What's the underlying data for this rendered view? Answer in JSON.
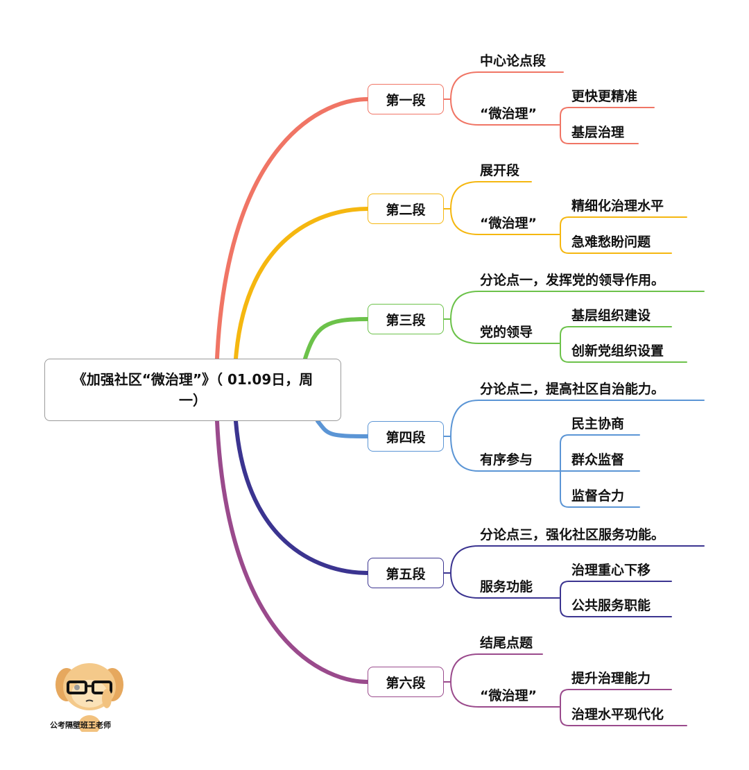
{
  "root": {
    "title": "《加强社区“微治理”》（ 01.09日，周一）"
  },
  "sections": [
    {
      "label": "第一段",
      "color": "#f07565",
      "children": [
        {
          "text": "中心论点段"
        },
        {
          "text": "“微治理”",
          "children": [
            "更快更精准",
            "基层治理"
          ]
        }
      ]
    },
    {
      "label": "第二段",
      "color": "#f5b710",
      "children": [
        {
          "text": "展开段"
        },
        {
          "text": "“微治理”",
          "children": [
            "精细化治理水平",
            "急难愁盼问题"
          ]
        }
      ]
    },
    {
      "label": "第三段",
      "color": "#6cc24a",
      "children": [
        {
          "text": "分论点一，发挥党的领导作用。"
        },
        {
          "text": "党的领导",
          "children": [
            "基层组织建设",
            "创新党组织设置"
          ]
        }
      ]
    },
    {
      "label": "第四段",
      "color": "#5b95d5",
      "children": [
        {
          "text": "分论点二，提高社区自治能力。"
        },
        {
          "text": "有序参与",
          "children": [
            "民主协商",
            "群众监督",
            "监督合力"
          ]
        }
      ]
    },
    {
      "label": "第五段",
      "color": "#3b3490",
      "children": [
        {
          "text": "分论点三，强化社区服务功能。"
        },
        {
          "text": "服务功能",
          "children": [
            "治理重心下移",
            "公共服务职能"
          ]
        }
      ]
    },
    {
      "label": "第六段",
      "color": "#9a4a8c",
      "children": [
        {
          "text": "结尾点题"
        },
        {
          "text": "“微治理”",
          "children": [
            "提升治理能力",
            "治理水平现代化"
          ]
        }
      ]
    }
  ],
  "watermark": {
    "caption": "公考隔壁班王老师"
  }
}
